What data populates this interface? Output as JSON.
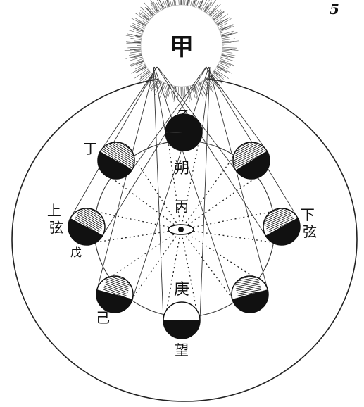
{
  "page_mark": "5",
  "sun": {
    "label": "甲"
  },
  "moons": [
    {
      "id": "yi",
      "label": "乙",
      "phase": "new"
    },
    {
      "id": "ding",
      "label": "丁",
      "phase": "crescent"
    },
    {
      "id": "wu",
      "label": "戊",
      "phase": "first-quarter"
    },
    {
      "id": "ji",
      "label": "己",
      "phase": "gibbous"
    },
    {
      "id": "geng",
      "label": "庚",
      "phase": "full"
    },
    {
      "id": "gibbous-right",
      "label": "",
      "phase": "gibbous"
    },
    {
      "id": "last-quarter",
      "label": "",
      "phase": "last-quarter"
    },
    {
      "id": "crescent-right",
      "label": "",
      "phase": "crescent"
    }
  ],
  "earth": {
    "label": "丙"
  },
  "phase_labels": {
    "new_moon": "朔",
    "full_moon": "望",
    "first_quarter": "上\n弦",
    "last_quarter": "下\n弦"
  }
}
